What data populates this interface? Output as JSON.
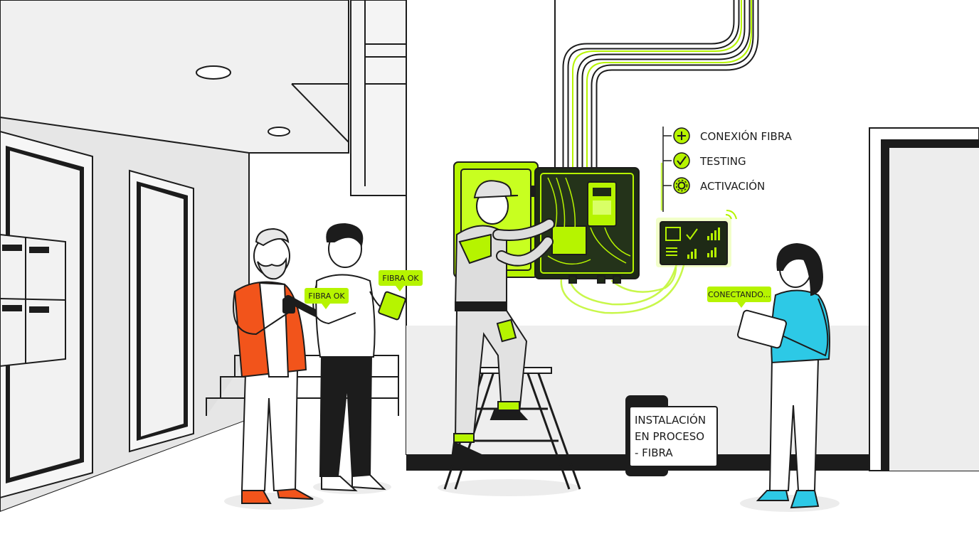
{
  "colors": {
    "accent": "#b6f400",
    "ink": "#1c1c1c",
    "wall": "#eeeeee",
    "shirt_orange": "#f2541b",
    "shirt_cyan": "#2dc9e6",
    "dark_panel": "#1e2a16"
  },
  "status_steps": [
    {
      "label": "CONEXIÓN FIBRA",
      "icon": "plug-icon"
    },
    {
      "label": "TESTING",
      "icon": "check-circle-icon"
    },
    {
      "label": "ACTIVACIÓN",
      "icon": "gear-icon"
    }
  ],
  "bubbles": {
    "left_person": "FIBRA OK",
    "middle_person": "FIBRA OK",
    "woman": "CONECTANDO..."
  },
  "sign": {
    "line1": "INSTALACIÓN",
    "line2": "EN PROCESO",
    "line3": "- FIBRA"
  }
}
